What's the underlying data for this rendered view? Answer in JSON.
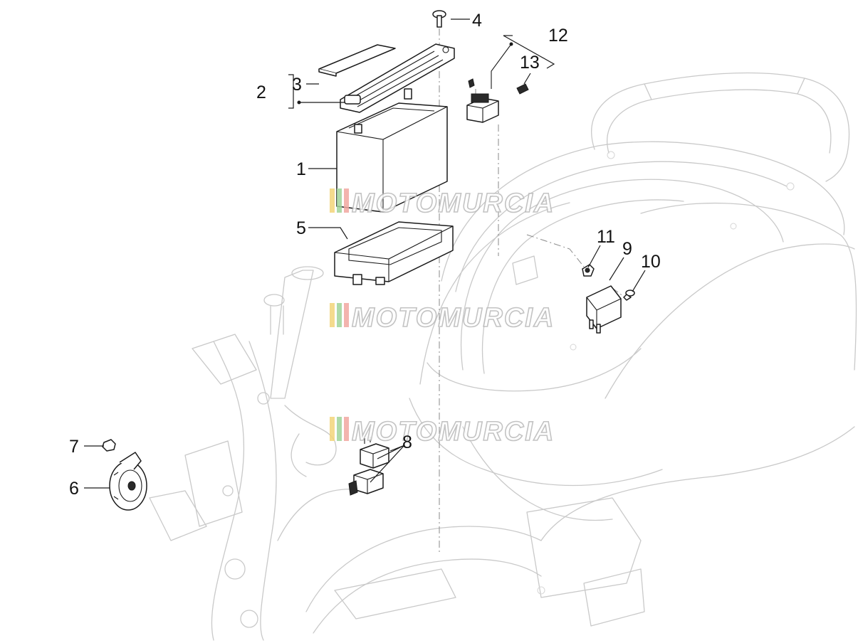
{
  "callouts": [
    {
      "number": "1"
    },
    {
      "number": "2"
    },
    {
      "number": "3"
    },
    {
      "number": "4"
    },
    {
      "number": "5"
    },
    {
      "number": "6"
    },
    {
      "number": "7"
    },
    {
      "number": "8"
    },
    {
      "number": "9"
    },
    {
      "number": "10"
    },
    {
      "number": "11"
    },
    {
      "number": "12"
    },
    {
      "number": "13"
    }
  ],
  "watermark": {
    "text": "MOTOMURCIA",
    "colors": [
      "#f3d57a",
      "#9fd49a",
      "#f2a7a0"
    ]
  },
  "colors": {
    "line": "#1a1a1a",
    "ghost": "#c9c9c9",
    "background": "#ffffff"
  }
}
